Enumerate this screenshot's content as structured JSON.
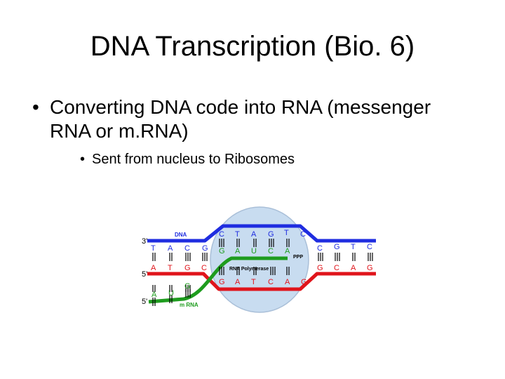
{
  "slide": {
    "title": "DNA Transcription (Bio. 6)",
    "bullet1": "Converting DNA code into RNA (messenger RNA or m.RNA)",
    "bullet2": "Sent from nucleus to Ribosomes",
    "bullet_symbol": "•"
  },
  "diagram": {
    "labels": {
      "dna": "DNA",
      "mrna": "m RNA",
      "rna_polymerase": "RNA Polymerase",
      "ppp": "PPP",
      "three_prime": "3'",
      "five_prime_1": "5'",
      "five_prime_2": "5'"
    },
    "top_strand_bases": [
      "T",
      "A",
      "C",
      "G",
      "C",
      "T",
      "A",
      "G",
      "T",
      "C",
      "C",
      "G",
      "T",
      "C"
    ],
    "top_pair_bases": [
      "G",
      "A",
      "U",
      "C",
      "A"
    ],
    "bottom_strand_bases": [
      "A",
      "T",
      "G",
      "C",
      "G",
      "C",
      "A",
      "G"
    ],
    "template_bases": [
      "G",
      "A",
      "T",
      "C",
      "A",
      "G"
    ],
    "mrna_bases": [
      "A",
      "U",
      "G"
    ],
    "colors": {
      "dna_strand": "#1f2de0",
      "template_strand": "#e0141b",
      "mrna_strand": "#1e9c1e",
      "polymerase_bubble": "#c8dcf0",
      "bubble_outline": "#a9bfd8"
    }
  }
}
